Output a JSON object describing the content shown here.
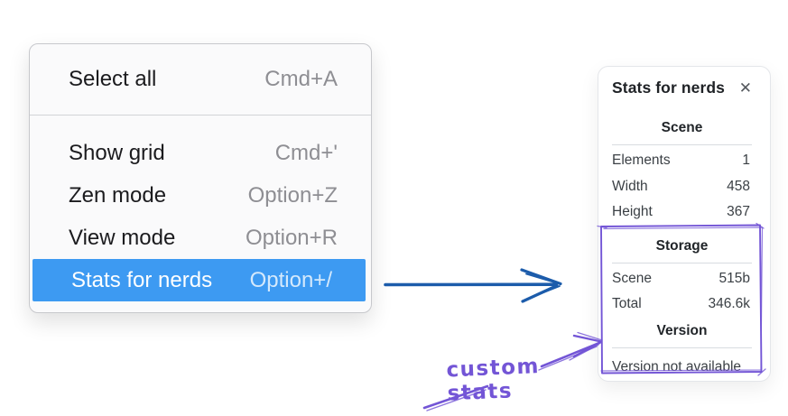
{
  "context_menu": {
    "sections": [
      {
        "items": [
          {
            "label": "Select all",
            "shortcut": "Cmd+A",
            "highlighted": false
          }
        ]
      },
      {
        "items": [
          {
            "label": "Show grid",
            "shortcut": "Cmd+'",
            "highlighted": false
          },
          {
            "label": "Zen mode",
            "shortcut": "Option+Z",
            "highlighted": false
          },
          {
            "label": "View mode",
            "shortcut": "Option+R",
            "highlighted": false
          },
          {
            "label": "Stats for nerds",
            "shortcut": "Option+/",
            "highlighted": true
          }
        ]
      }
    ]
  },
  "stats_panel": {
    "title": "Stats for nerds",
    "close_icon": "✕",
    "sections": {
      "scene": {
        "header": "Scene",
        "rows": [
          {
            "label": "Elements",
            "value": "1"
          },
          {
            "label": "Width",
            "value": "458"
          },
          {
            "label": "Height",
            "value": "367"
          }
        ]
      },
      "storage": {
        "header": "Storage",
        "rows": [
          {
            "label": "Scene",
            "value": "515b"
          },
          {
            "label": "Total",
            "value": "346.6k"
          }
        ]
      },
      "version": {
        "header": "Version",
        "message": "Version not available"
      }
    }
  },
  "annotation": {
    "label": "custom stats"
  },
  "colors": {
    "menu_highlight": "#3d9af2",
    "menu_highlight_text": "#ffffff",
    "shortcut_gray": "#8e8e93",
    "arrow_blue": "#1c5cab",
    "annotation_purple": "#7355d6",
    "panel_text": "#3b4045"
  }
}
